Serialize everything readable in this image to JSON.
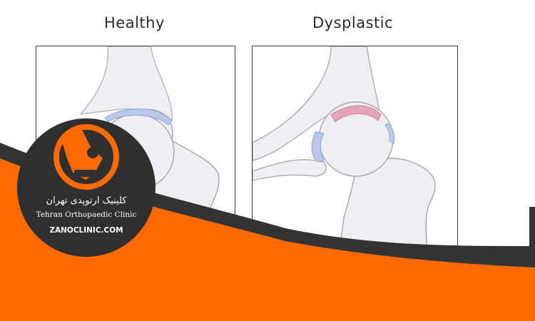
{
  "titles": {
    "healthy": "Healthy",
    "dysplastic": "Dysplastic"
  },
  "logo": {
    "persian_text": "کلینیک ارتوپدی تهران",
    "english_text": "Tehran Orthopaedic Clinic",
    "website": "ZANOCLINIC.COM"
  },
  "colors": {
    "brand_orange": "#ff6a00",
    "band_dark": "#333333",
    "bone_fill": "#efeff1",
    "cartilage_blue": "#b9c8ea",
    "cartilage_red": "#e6a4b8"
  }
}
